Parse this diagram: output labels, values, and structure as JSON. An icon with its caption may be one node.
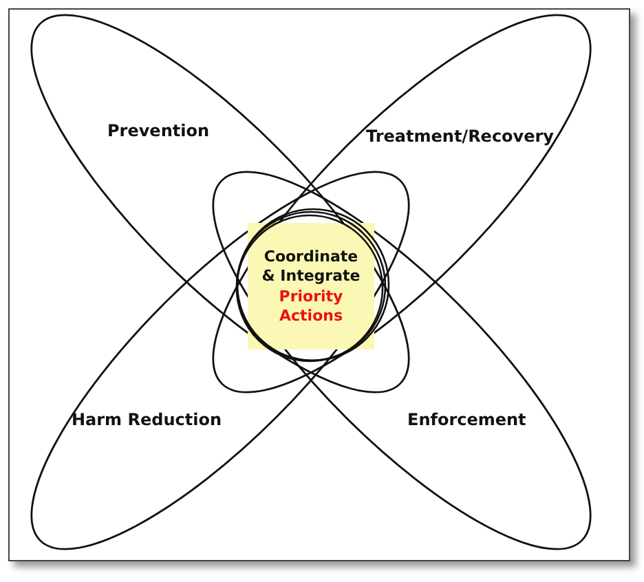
{
  "diagram": {
    "nodes": [
      {
        "text": [
          "Prevention"
        ]
      },
      {
        "text": [
          "Treatment/Recovery"
        ]
      },
      {
        "text": [
          "Harm Reduction"
        ]
      },
      {
        "text": [
          "Enforcement"
        ]
      },
      {
        "text": [
          "Coordinate & Integrate",
          "Priority Actions"
        ]
      }
    ],
    "edges": []
  }
}
